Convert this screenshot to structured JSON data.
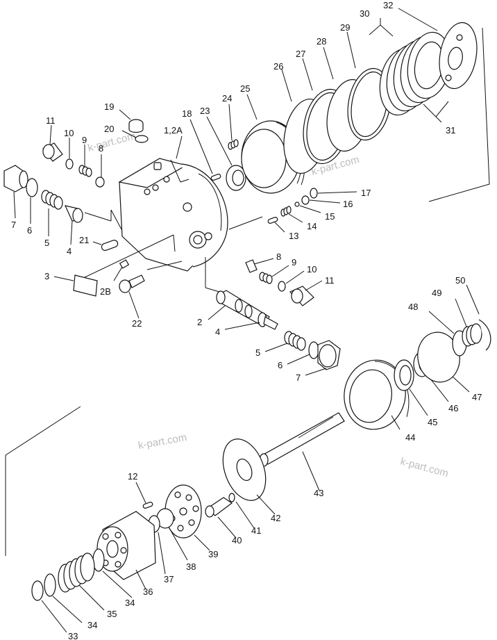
{
  "callouts": {
    "c1_2A": "1,2A",
    "c2": "2",
    "c2B": "2B",
    "c3": "3",
    "c4a": "4",
    "c4b": "4",
    "c5a": "5",
    "c5b": "5",
    "c6a": "6",
    "c6b": "6",
    "c7a": "7",
    "c7b": "7",
    "c8a": "8",
    "c8b": "8",
    "c9a": "9",
    "c9b": "9",
    "c10a": "10",
    "c10b": "10",
    "c11a": "11",
    "c11b": "11",
    "c12": "12",
    "c13": "13",
    "c14": "14",
    "c15": "15",
    "c16": "16",
    "c17": "17",
    "c18": "18",
    "c19": "19",
    "c20": "20",
    "c21": "21",
    "c22": "22",
    "c23": "23",
    "c24": "24",
    "c25": "25",
    "c26": "26",
    "c27": "27",
    "c28": "28",
    "c29": "29",
    "c30": "30",
    "c31": "31",
    "c32": "32",
    "c33": "33",
    "c34a": "34",
    "c34b": "34",
    "c35": "35",
    "c36": "36",
    "c37": "37",
    "c38": "38",
    "c39": "39",
    "c40": "40",
    "c41": "41",
    "c42": "42",
    "c43": "43",
    "c44": "44",
    "c45": "45",
    "c46": "46",
    "c47": "47",
    "c48": "48",
    "c49": "49",
    "c50": "50"
  },
  "watermarks": {
    "wm1": "k-part.com",
    "wm2": "k-part.com",
    "wm3": "k-part.com",
    "wm4": "k-part.com"
  }
}
